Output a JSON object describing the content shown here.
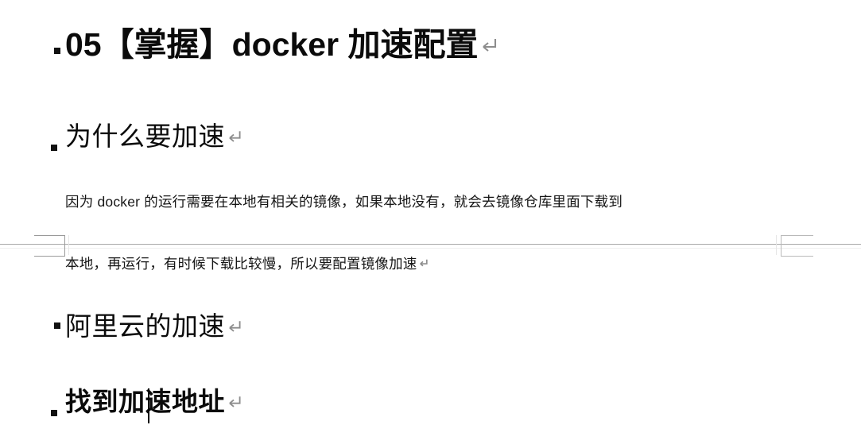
{
  "document": {
    "background_color": "#ffffff",
    "text_color": "#0b0b0b",
    "return_mark_color": "#8d8d8d",
    "page_break_color": "#a9a9a9",
    "caret_color": "#000000"
  },
  "title": {
    "text": "05【掌握】docker 加速配置",
    "return_mark": "↵",
    "bullet": "square-bullet"
  },
  "sections": [
    {
      "heading": "为什么要加速",
      "return_mark": "↵",
      "bullet": "square-bullet",
      "bold": false,
      "body_lines": [
        "因为 docker 的运行需要在本地有相关的镜像，如果本地没有，就会去镜像仓库里面下载到",
        "本地，再运行，有时候下载比较慢，所以要配置镜像加速"
      ],
      "body_return_mark": "↵"
    },
    {
      "heading": "阿里云的加速",
      "return_mark": "↵",
      "bullet": "square-bullet",
      "bold": false
    },
    {
      "heading": "找到加速地址",
      "return_mark": "↵",
      "bullet": "square-bullet",
      "bold": true,
      "caret_after_chars": 3
    }
  ],
  "page_break": {
    "label": "page-break-separator",
    "left_margin_mark": "margin-bracket-left",
    "right_margin_mark": "margin-bracket-right"
  }
}
